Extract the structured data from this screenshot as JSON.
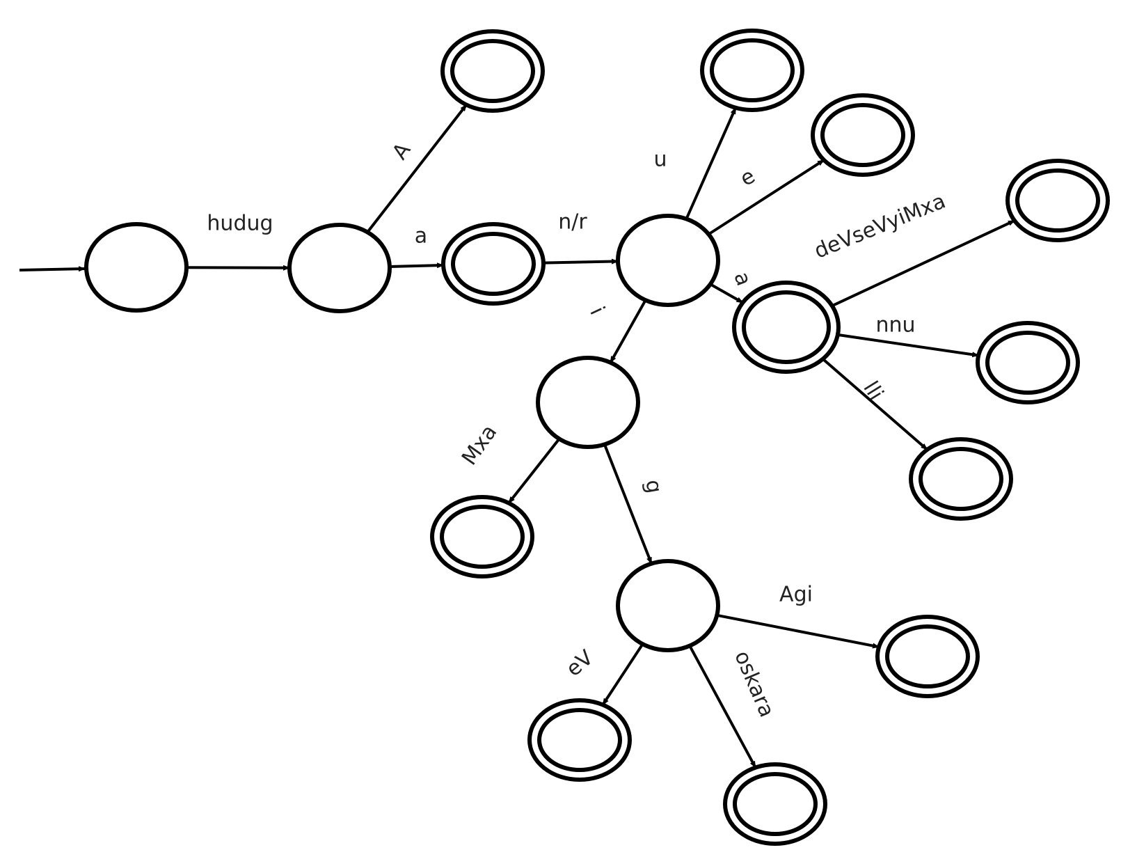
{
  "diagram": {
    "colors": {
      "stroke": "#000000",
      "label": "#222222",
      "background": "#ffffff"
    },
    "states": [
      {
        "id": "q0",
        "accepting": false,
        "start": true
      },
      {
        "id": "q1",
        "accepting": false
      },
      {
        "id": "q2",
        "accepting": true
      },
      {
        "id": "q3",
        "accepting": true
      },
      {
        "id": "q4",
        "accepting": false
      },
      {
        "id": "q5",
        "accepting": true
      },
      {
        "id": "q6",
        "accepting": true
      },
      {
        "id": "q7",
        "accepting": true
      },
      {
        "id": "q8",
        "accepting": true
      },
      {
        "id": "q9",
        "accepting": true
      },
      {
        "id": "q10",
        "accepting": true
      },
      {
        "id": "q11",
        "accepting": false
      },
      {
        "id": "q12",
        "accepting": true
      },
      {
        "id": "q13",
        "accepting": false
      },
      {
        "id": "q14",
        "accepting": true
      },
      {
        "id": "q15",
        "accepting": true
      },
      {
        "id": "q16",
        "accepting": true
      }
    ],
    "transitions": [
      {
        "from": "q0",
        "to": "q1",
        "label": "hudug"
      },
      {
        "from": "q1",
        "to": "q2",
        "label": "A"
      },
      {
        "from": "q1",
        "to": "q3",
        "label": "a"
      },
      {
        "from": "q3",
        "to": "q4",
        "label": "n/r"
      },
      {
        "from": "q4",
        "to": "q5",
        "label": "u"
      },
      {
        "from": "q4",
        "to": "q6",
        "label": "e"
      },
      {
        "from": "q4",
        "to": "q7",
        "label": "a"
      },
      {
        "from": "q4",
        "to": "q11",
        "label": "i"
      },
      {
        "from": "q7",
        "to": "q8",
        "label": "deVseVyiMxa"
      },
      {
        "from": "q7",
        "to": "q9",
        "label": "nnu"
      },
      {
        "from": "q7",
        "to": "q10",
        "label": "lli"
      },
      {
        "from": "q11",
        "to": "q12",
        "label": "Mxa"
      },
      {
        "from": "q11",
        "to": "q13",
        "label": "g"
      },
      {
        "from": "q13",
        "to": "q14",
        "label": "eV"
      },
      {
        "from": "q13",
        "to": "q15",
        "label": "oskara"
      },
      {
        "from": "q13",
        "to": "q16",
        "label": "Agi"
      }
    ]
  }
}
